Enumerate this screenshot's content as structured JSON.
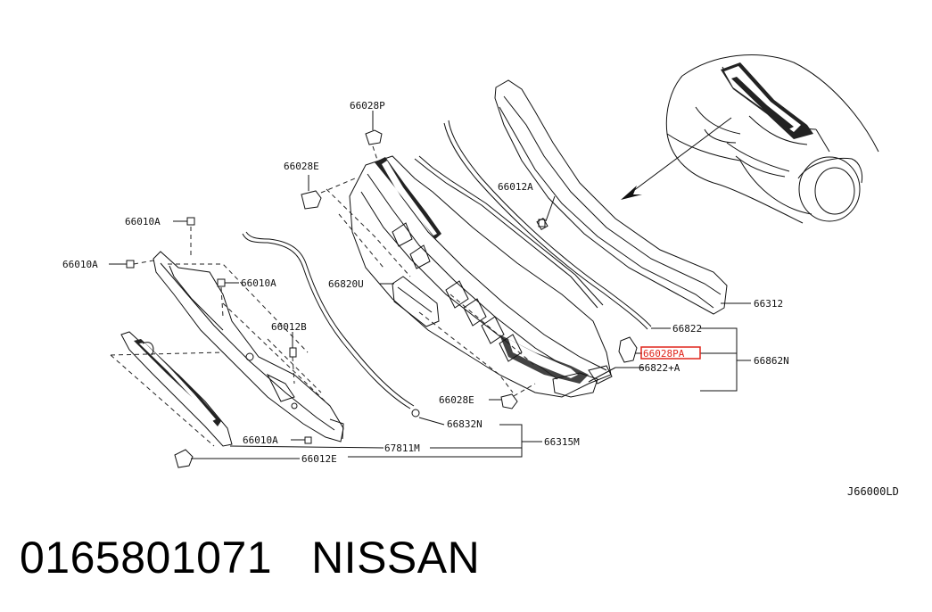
{
  "diagram": {
    "code": "J66000LD",
    "highlight_color": "#e0251b",
    "labels": {
      "p66028P": "66028P",
      "p66028E_top": "66028E",
      "p66010A_1": "66010A",
      "p66010A_2": "66010A",
      "p66010A_3": "66010A",
      "p66010A_4": "66010A",
      "p66012A": "66012A",
      "p66012B": "66012B",
      "p66820U": "66820U",
      "p66312": "66312",
      "p66822": "66822",
      "p66028PA": "66028PA",
      "p66822A": "66822+A",
      "p66862N": "66862N",
      "p66028E_bottom": "66028E",
      "p66832N": "66832N",
      "p67811M": "67811M",
      "p66315M": "66315M",
      "p66012E": "66012E"
    }
  },
  "caption": {
    "part_number": "0165801071",
    "brand": "NISSAN"
  }
}
